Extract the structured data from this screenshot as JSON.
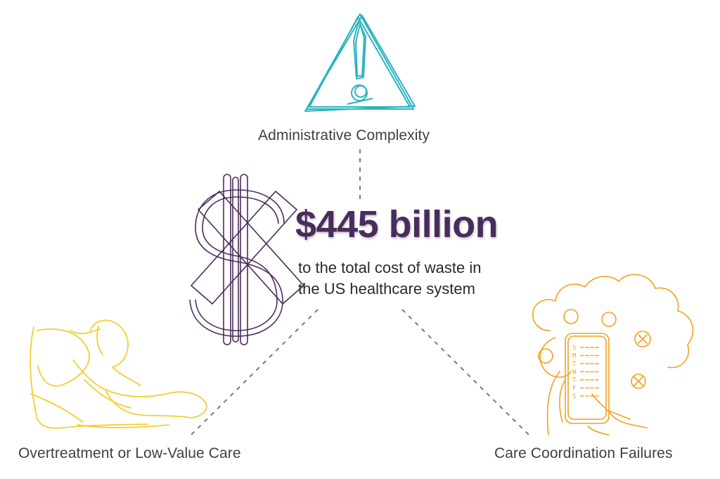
{
  "central": {
    "amount": "$445 billion",
    "subtitle_line1": "to the total cost of waste in",
    "subtitle_line2": "the US healthcare system"
  },
  "categories": {
    "administrative": "Administrative Complexity",
    "overtreatment": "Overtreatment or Low-Value Care",
    "coordination": "Care Coordination Failures"
  },
  "icons": {
    "warning": "warning-triangle-icon",
    "dollar": "crossed-dollar-icon",
    "patient": "patient-in-bed-icon",
    "phone": "phone-schedule-cloud-icon"
  },
  "weekdays": [
    "S",
    "M",
    "T",
    "W",
    "T",
    "F",
    "S"
  ],
  "colors": {
    "teal": "#2bb3c0",
    "purple": "#4a2c5c",
    "yellow": "#f2cf2e",
    "orange": "#f2a11c",
    "connector": "#7a7a7a",
    "text": "#3d4046"
  }
}
